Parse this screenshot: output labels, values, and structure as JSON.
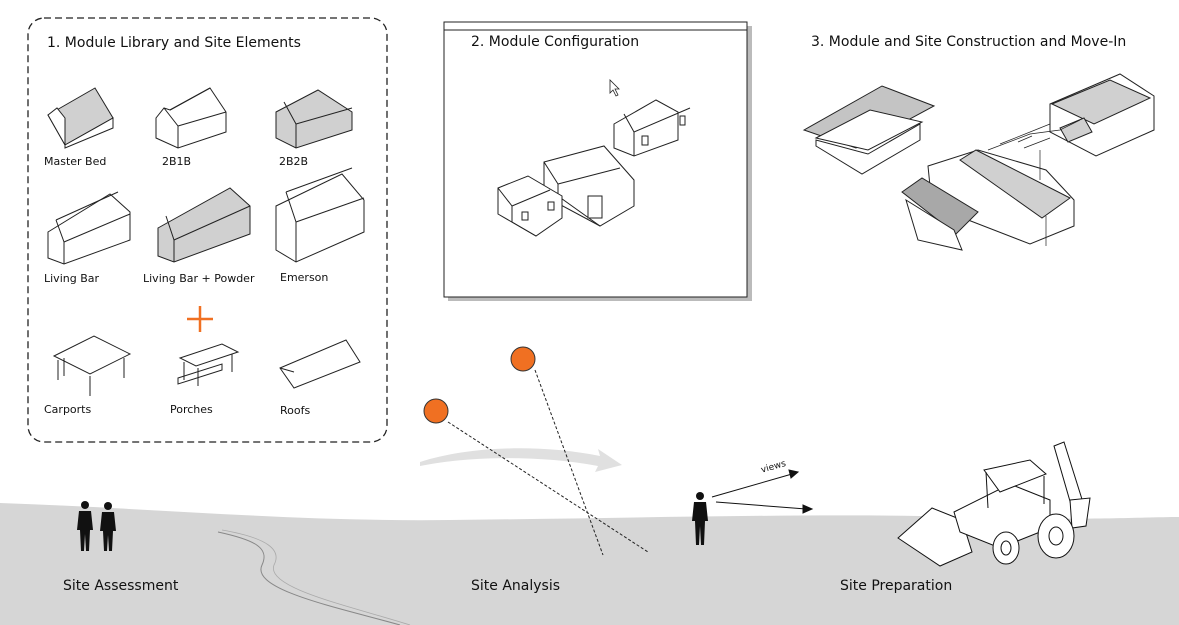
{
  "panels": {
    "library_title": "1. Module Library and Site Elements",
    "configuration_title": "2. Module Configuration",
    "construction_title": "3. Module and Site Construction and Move-In"
  },
  "modules": [
    "Master Bed",
    "2B1B",
    "2B2B",
    "Living Bar",
    "Living Bar + Powder",
    "Emerson"
  ],
  "site_elements": [
    "Carports",
    "Porches",
    "Roofs"
  ],
  "plus_symbol": "+",
  "annotations": {
    "views": "views"
  },
  "stages": [
    "Site Assessment",
    "Site Analysis",
    "Site Preparation"
  ],
  "colors": {
    "accent": "#F07022",
    "ground": "#D6D6D6",
    "roof_shade": "#D0D0D0"
  }
}
